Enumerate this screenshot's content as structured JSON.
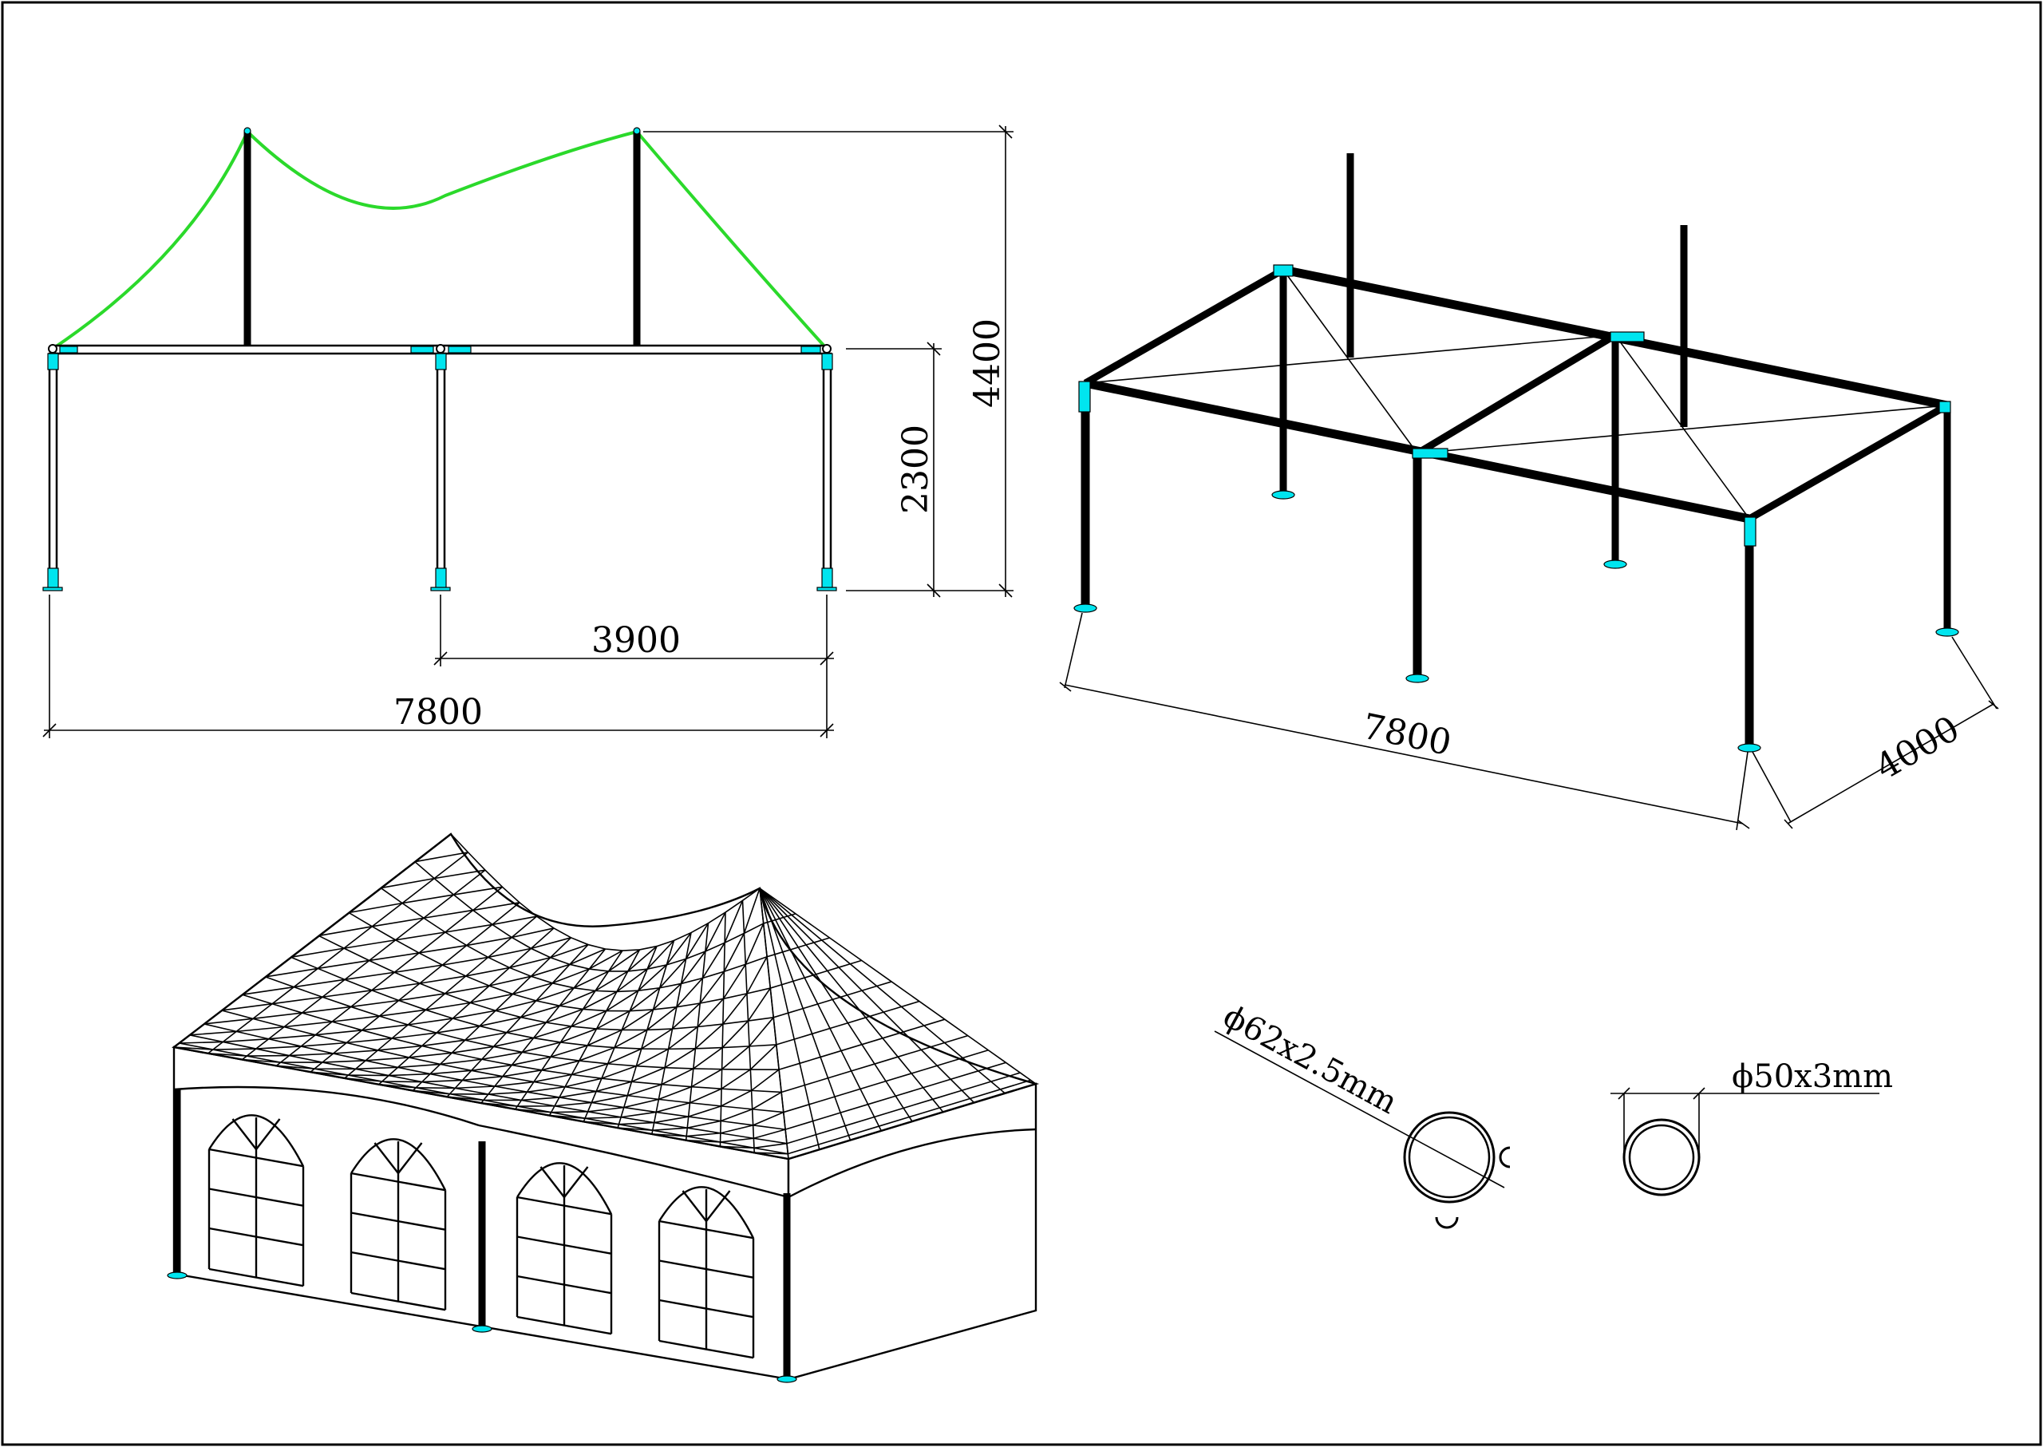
{
  "colors": {
    "frame": "#000000",
    "fabric_roof": "#2bd92b",
    "connector": "#00e5ef",
    "background": "#ffffff"
  },
  "front_elevation": {
    "overall_width": "7800",
    "bay_width": "3900",
    "eave_height": "2300",
    "peak_height": "4400"
  },
  "isometric_frame": {
    "length": "7800",
    "width": "4000"
  },
  "pipe_sections": {
    "main_pipe": "ϕ62x2.5mm",
    "secondary_pipe": "ϕ50x3mm"
  }
}
